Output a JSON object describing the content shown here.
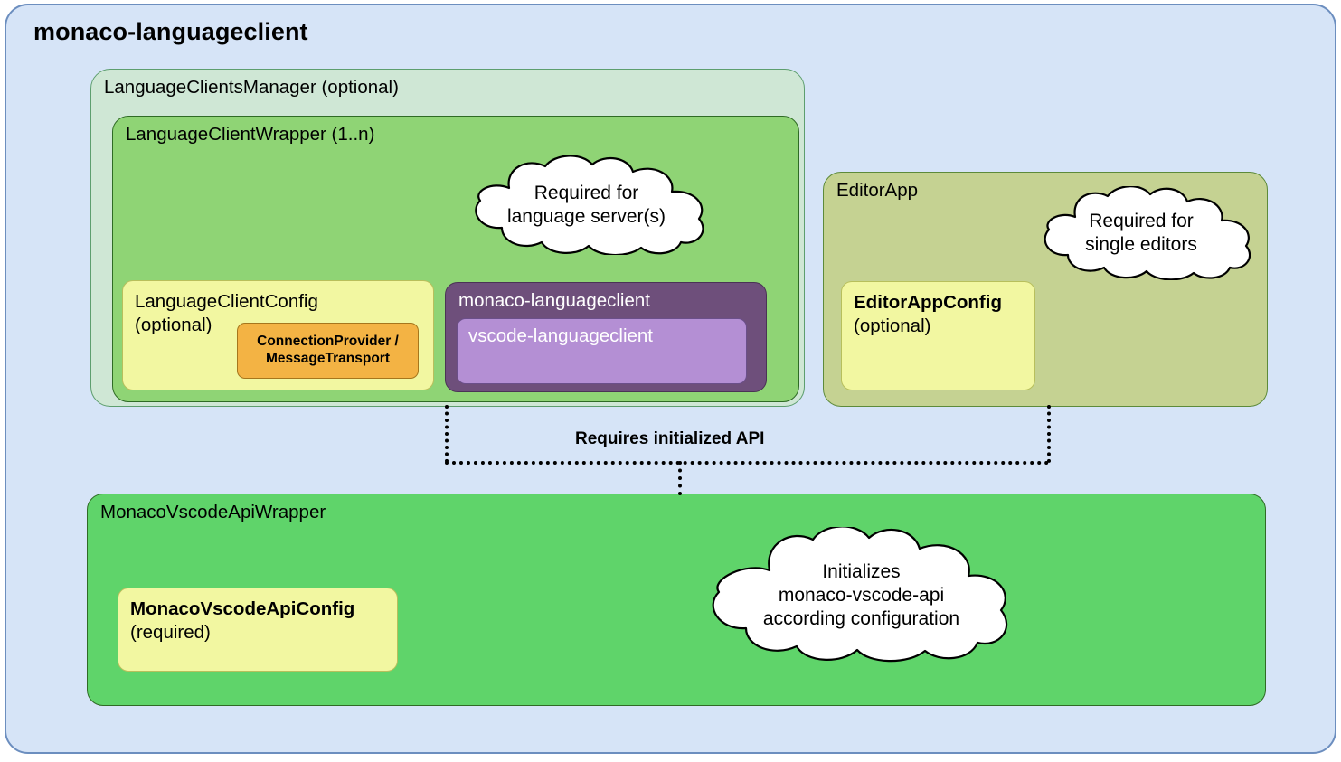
{
  "diagram": {
    "title": "monaco-languageclient",
    "colors": {
      "outer_bg": "#d6e4f7",
      "outer_border": "#6c8ebf",
      "manager_bg": "#cfe7d5",
      "wrapper_bg": "#8fd475",
      "config_yellow": "#f2f7a1",
      "transport_orange": "#f3b344",
      "monaco_purple": "#6e4f7b",
      "vscode_purple": "#b48fd4",
      "editorapp_bg": "#c5d292",
      "api_wrapper_bg": "#5fd46a"
    },
    "containers": {
      "language_clients_manager": {
        "label": "LanguageClientsManager (optional)"
      },
      "language_client_wrapper": {
        "label": "LanguageClientWrapper (1..n)"
      },
      "language_client_config": {
        "label_bold": "LanguageClientConfig",
        "label_normal": "(optional)"
      },
      "connection_provider": {
        "line1": "ConnectionProvider /",
        "line2": "MessageTransport"
      },
      "monaco_languageclient": {
        "label": "monaco-languageclient"
      },
      "vscode_languageclient": {
        "label": "vscode-languageclient"
      },
      "editor_app": {
        "label": "EditorApp"
      },
      "editor_app_config": {
        "label_bold": "EditorAppConfig",
        "label_normal": "(optional)"
      },
      "monaco_vscode_api_wrapper": {
        "label": "MonacoVscodeApiWrapper"
      },
      "monaco_vscode_api_config": {
        "label_bold": "MonacoVscodeApiConfig",
        "label_normal": "(required)"
      }
    },
    "clouds": {
      "language_servers": {
        "line1": "Required for",
        "line2": "language server(s)"
      },
      "single_editors": {
        "line1": "Required for",
        "line2": "single editors"
      },
      "initializes_api": {
        "line1": "Initializes",
        "line2": "monaco-vscode-api",
        "line3": "according configuration"
      }
    },
    "connector": {
      "label": "Requires initialized API"
    }
  }
}
